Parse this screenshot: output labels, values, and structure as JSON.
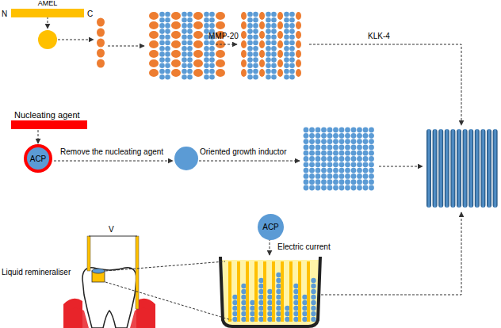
{
  "diagram": {
    "nodes": [
      {
        "text": [
          "AMEL"
        ]
      },
      {
        "text": [
          "Nucleating agent"
        ]
      },
      {
        "text": [
          "ACP"
        ]
      },
      {
        "text": [
          "ACP"
        ]
      }
    ],
    "edges": [
      {
        "from": 1,
        "to": 2,
        "arrow": "to"
      }
    ],
    "labels": [
      "N",
      "C",
      "MMP-20",
      "KLK-4",
      "Remove the nucleating agent",
      "Oriented growth inductor",
      "Electric current",
      "Liquid remineraliser",
      "V"
    ]
  }
}
